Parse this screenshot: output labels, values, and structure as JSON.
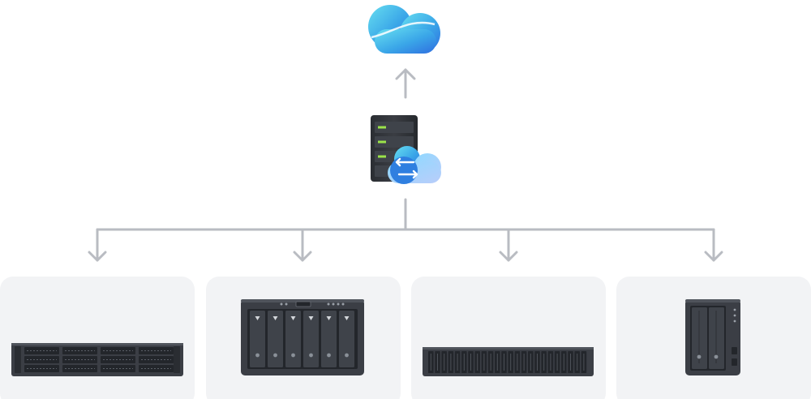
{
  "diagram": {
    "nodes": [
      {
        "id": "cloud",
        "icon": "cloud-icon"
      },
      {
        "id": "hub",
        "icon": "nas-cloud-sync-icon"
      },
      {
        "id": "device-1",
        "icon": "rackmount-nas-12-bay-icon"
      },
      {
        "id": "device-2",
        "icon": "desktop-nas-6-bay-icon"
      },
      {
        "id": "device-3",
        "icon": "rackmount-nas-24-bay-icon"
      },
      {
        "id": "device-4",
        "icon": "desktop-nas-2-bay-icon"
      }
    ],
    "edges": [
      {
        "from": "hub",
        "to": "cloud"
      },
      {
        "from": "hub",
        "to": "device-1"
      },
      {
        "from": "hub",
        "to": "device-2"
      },
      {
        "from": "hub",
        "to": "device-3"
      },
      {
        "from": "hub",
        "to": "device-4"
      }
    ]
  },
  "colors": {
    "connector": "#b9bcc2",
    "card_bg": "#f2f3f5",
    "device_body": "#3b3e45",
    "device_dark": "#23262b",
    "cloud_start": "#5ed6e8",
    "cloud_end": "#2f7fe0",
    "led_green": "#9be34a"
  }
}
